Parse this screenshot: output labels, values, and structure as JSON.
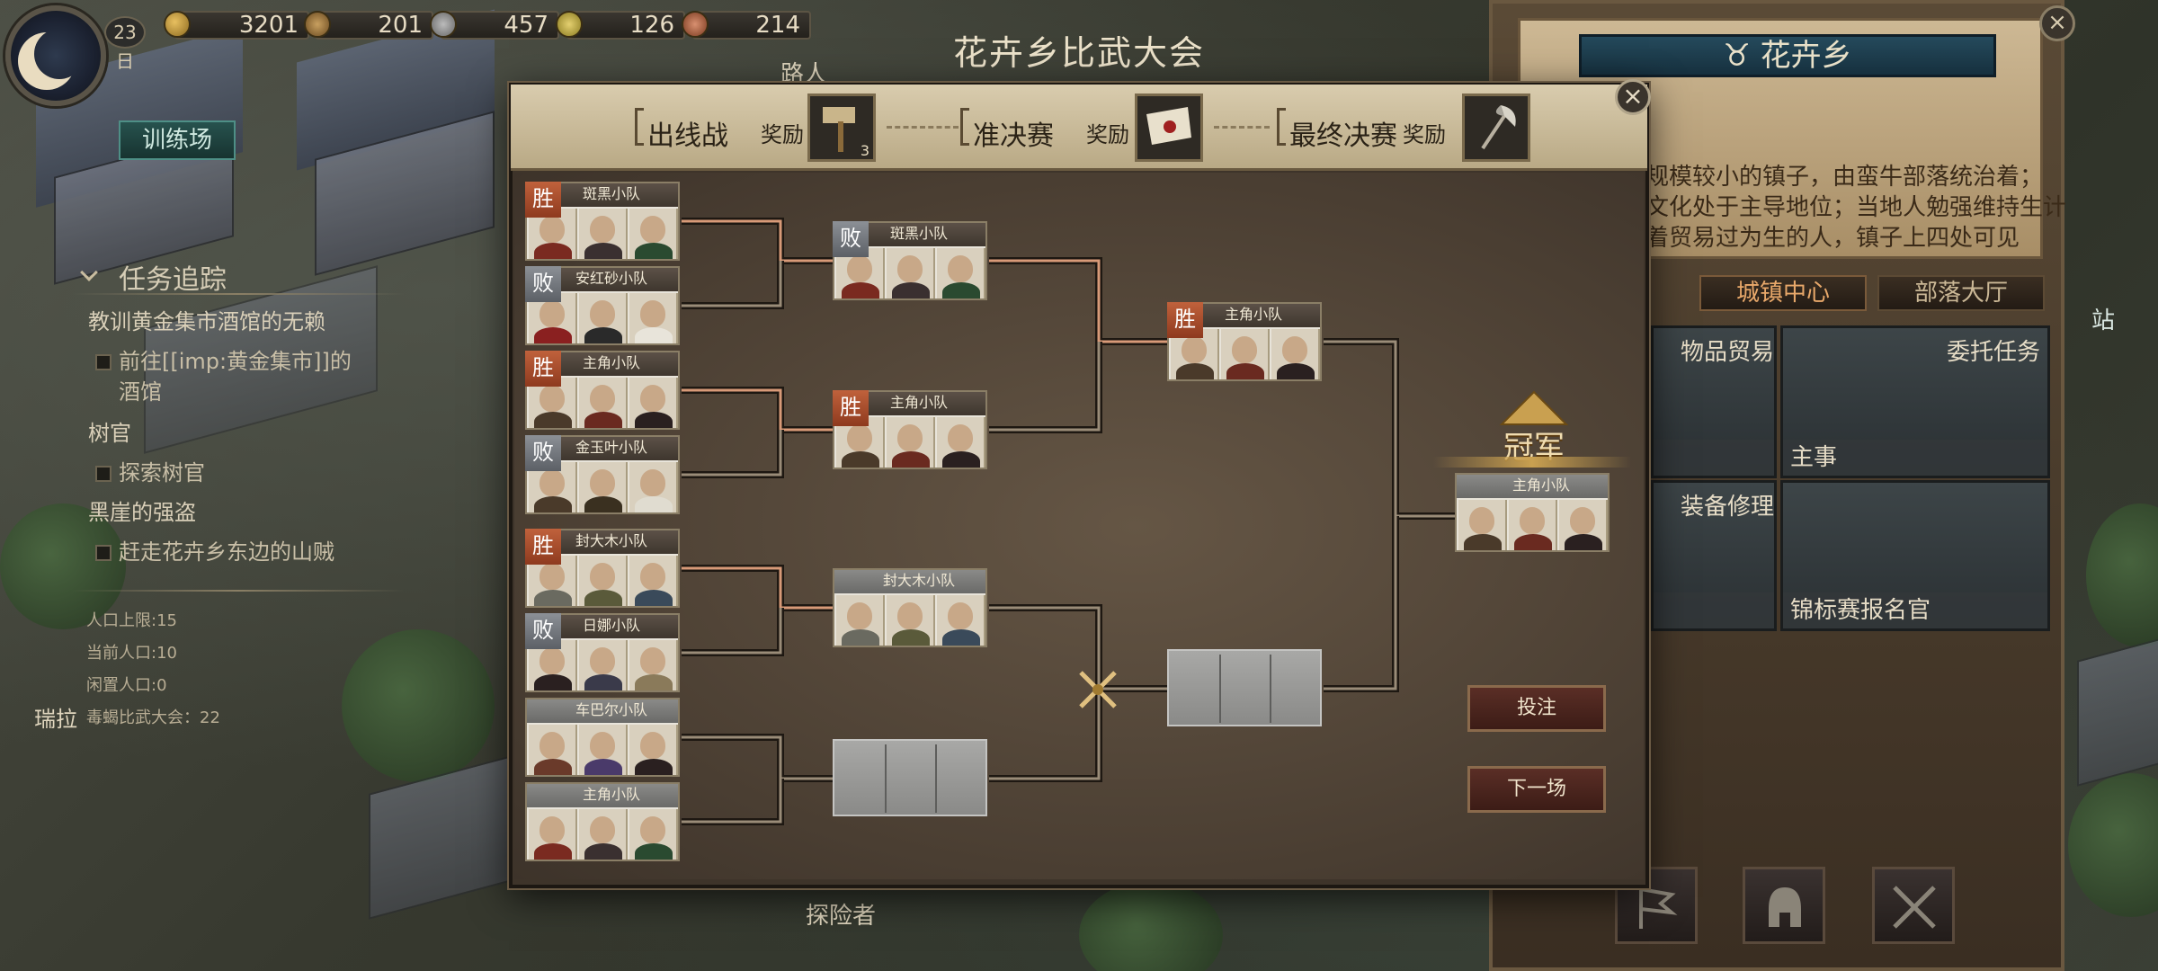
{
  "hud": {
    "day": "23日",
    "resources": [
      "3201",
      "201",
      "457",
      "126",
      "214"
    ]
  },
  "left_panel": {
    "training_button": "训练场",
    "quest_title": "任务追踪",
    "quests": [
      {
        "text": "教训黄金集市酒馆的无赖",
        "sub": false
      },
      {
        "text": "前往[[imp:黄金集市]]的",
        "sub": true
      },
      {
        "text": "酒馆",
        "sub": true
      },
      {
        "text": "树官",
        "sub": false
      },
      {
        "text": "探索树官",
        "sub": true
      },
      {
        "text": "黑崖的强盗",
        "sub": false
      },
      {
        "text": "赶走花卉乡东边的山贼",
        "sub": true
      }
    ],
    "stats": [
      "人口上限:15",
      "当前人口:10",
      "闲置人口:0",
      "毒蝎比武大会：22"
    ],
    "character_name": "瑞拉"
  },
  "map_labels": {
    "road": "路人",
    "explorer": "探险者"
  },
  "town_panel": {
    "title": "花卉乡",
    "description": [
      "规模较小的镇子，由蛮牛部落统治着；",
      "文化处于主导地位；当地人勉强维持生计",
      "着贸易过为生的人，镇子上四处可见"
    ],
    "tabs": [
      "城镇中心",
      "部落大厅"
    ],
    "cards": [
      {
        "title": "物品贸易",
        "footer": ""
      },
      {
        "title": "委托任务",
        "footer": "主事"
      },
      {
        "title": "装备修理",
        "footer": ""
      },
      {
        "title": "",
        "footer": "锦标赛报名官"
      }
    ],
    "side_label": "站"
  },
  "modal": {
    "title": "花卉乡比武大会",
    "stages": [
      {
        "name": "出线战",
        "reward_label": "奖励",
        "reward_icon": "hammer-icon",
        "count": "3"
      },
      {
        "name": "准决赛",
        "reward_label": "奖励",
        "reward_icon": "scroll-icon",
        "count": ""
      },
      {
        "name": "最终决赛",
        "reward_label": "奖励",
        "reward_icon": "axe-icon",
        "count": ""
      }
    ],
    "round1": [
      {
        "name": "斑黑小队",
        "result": "胜"
      },
      {
        "name": "安红砂小队",
        "result": "败"
      },
      {
        "name": "主角小队",
        "result": "胜"
      },
      {
        "name": "金玉叶小队",
        "result": "败"
      },
      {
        "name": "封大木小队",
        "result": "胜"
      },
      {
        "name": "日娜小队",
        "result": "败"
      },
      {
        "name": "车巴尔小队",
        "result": ""
      },
      {
        "name": "主角小队",
        "result": ""
      }
    ],
    "round2": [
      {
        "name": "斑黑小队",
        "result": "败"
      },
      {
        "name": "主角小队",
        "result": "胜"
      },
      {
        "name": "封大木小队",
        "result": ""
      }
    ],
    "round3": [
      {
        "name": "主角小队",
        "result": "胜"
      }
    ],
    "champion_label": "冠军",
    "champion": {
      "name": "主角小队"
    },
    "bet_button": "投注",
    "next_button": "下一场"
  }
}
